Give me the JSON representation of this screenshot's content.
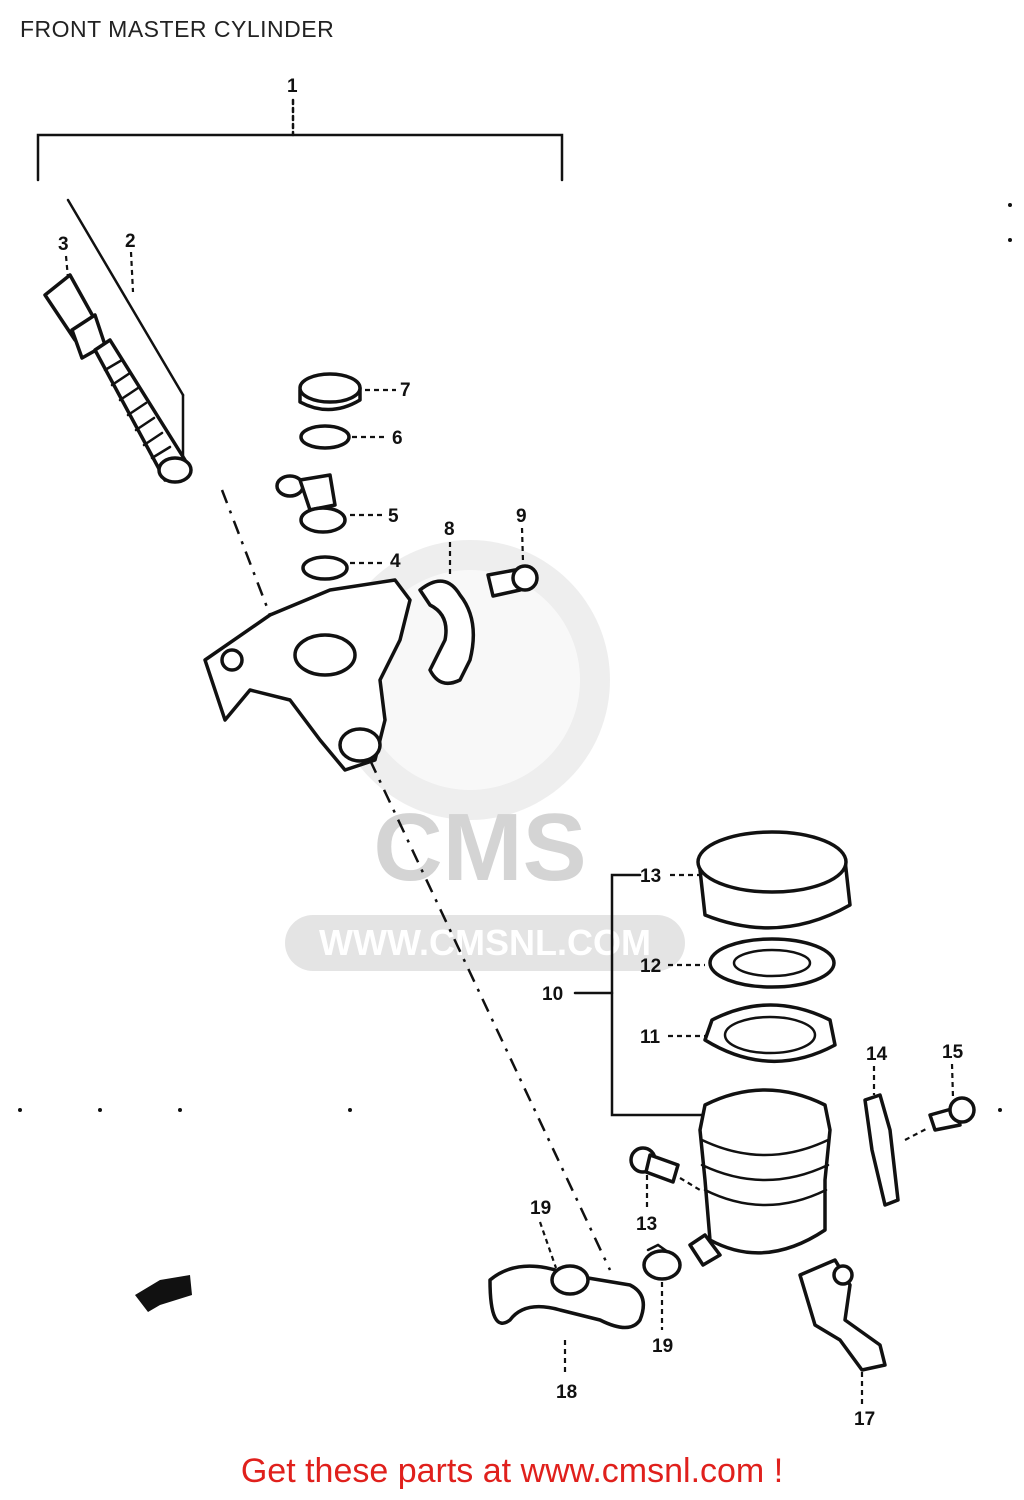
{
  "title": "FRONT MASTER CYLINDER",
  "footer": "Get these parts at www.cmsnl.com !",
  "watermark": {
    "logo": "CMS",
    "url": "WWW.CMSNL.COM"
  },
  "callouts": {
    "c1": "1",
    "c2": "2",
    "c3": "3",
    "c4": "4",
    "c5": "5",
    "c6": "6",
    "c7": "7",
    "c8": "8",
    "c9": "9",
    "c10": "10",
    "c11": "11",
    "c12": "12",
    "c13a": "13",
    "c13b": "13",
    "c14": "14",
    "c15": "15",
    "c17": "17",
    "c18": "18",
    "c19a": "19",
    "c19b": "19"
  },
  "colors": {
    "footer": "#e0201c",
    "watermark": "#d4d4d4"
  }
}
